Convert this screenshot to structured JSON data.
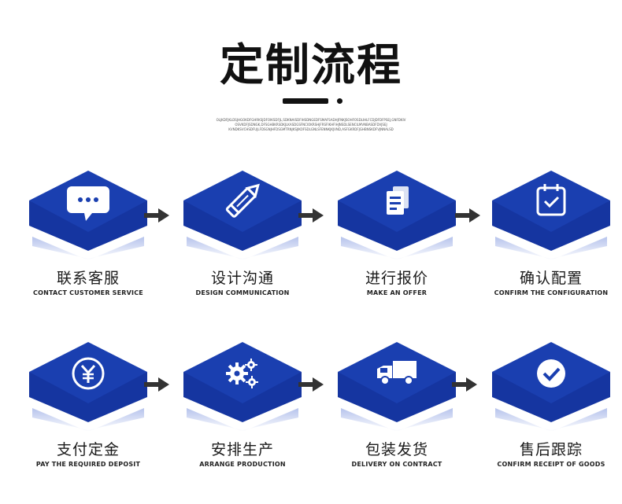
{
  "header": {
    "title": "定制流程",
    "subtitle_lines": [
      "OLJKDFJKLDSJHGOKDFGHRKSJDFOIKSDFJL,SDKNAISDFIHSDNGEDFSMAFSADHJFNKJSOHFOSDLIHLFCDJDFDFPSEJ,GNFDKIV",
      "OSVKDFJSDNGK,DFSGHBKRSDKJLKASDGSFNCIOKRSHJFRSFIKHFIHJNSDLSENCILMVNBASDFDVJSEJ",
      "KVNDKSVCHSDFUJLFDSGNJHFDSGMTRNJKSJIKOFSDLGNLSFENNKJKJVND,ASFGKRDFJGHBNSKDFVJNNALSD"
    ]
  },
  "steps": [
    {
      "cn": "联系客服",
      "en": "CONTACT CUSTOMER SERVICE",
      "icon": "chat-bubble-icon"
    },
    {
      "cn": "设计沟通",
      "en": "DESIGN COMMUNICATION",
      "icon": "pencil-icon"
    },
    {
      "cn": "进行报价",
      "en": "MAKE AN OFFER",
      "icon": "documents-icon"
    },
    {
      "cn": "确认配置",
      "en": "CONFIRM THE CONFIGURATION",
      "icon": "calendar-check-icon"
    },
    {
      "cn": "支付定金",
      "en": "PAY THE REQUIRED DEPOSIT",
      "icon": "yen-coin-icon"
    },
    {
      "cn": "安排生产",
      "en": "ARRANGE PRODUCTION",
      "icon": "gears-icon"
    },
    {
      "cn": "包装发货",
      "en": "DELIVERY ON CONTRACT",
      "icon": "truck-icon"
    },
    {
      "cn": "售后跟踪",
      "en": "CONFIRM RECEIPT OF GOODS",
      "icon": "check-circle-icon"
    }
  ],
  "colors": {
    "tile_top": "#1a3fb0",
    "tile_side": "#1535a0",
    "tile_shadow": "#c9d3f1",
    "arrow": "#333333"
  }
}
